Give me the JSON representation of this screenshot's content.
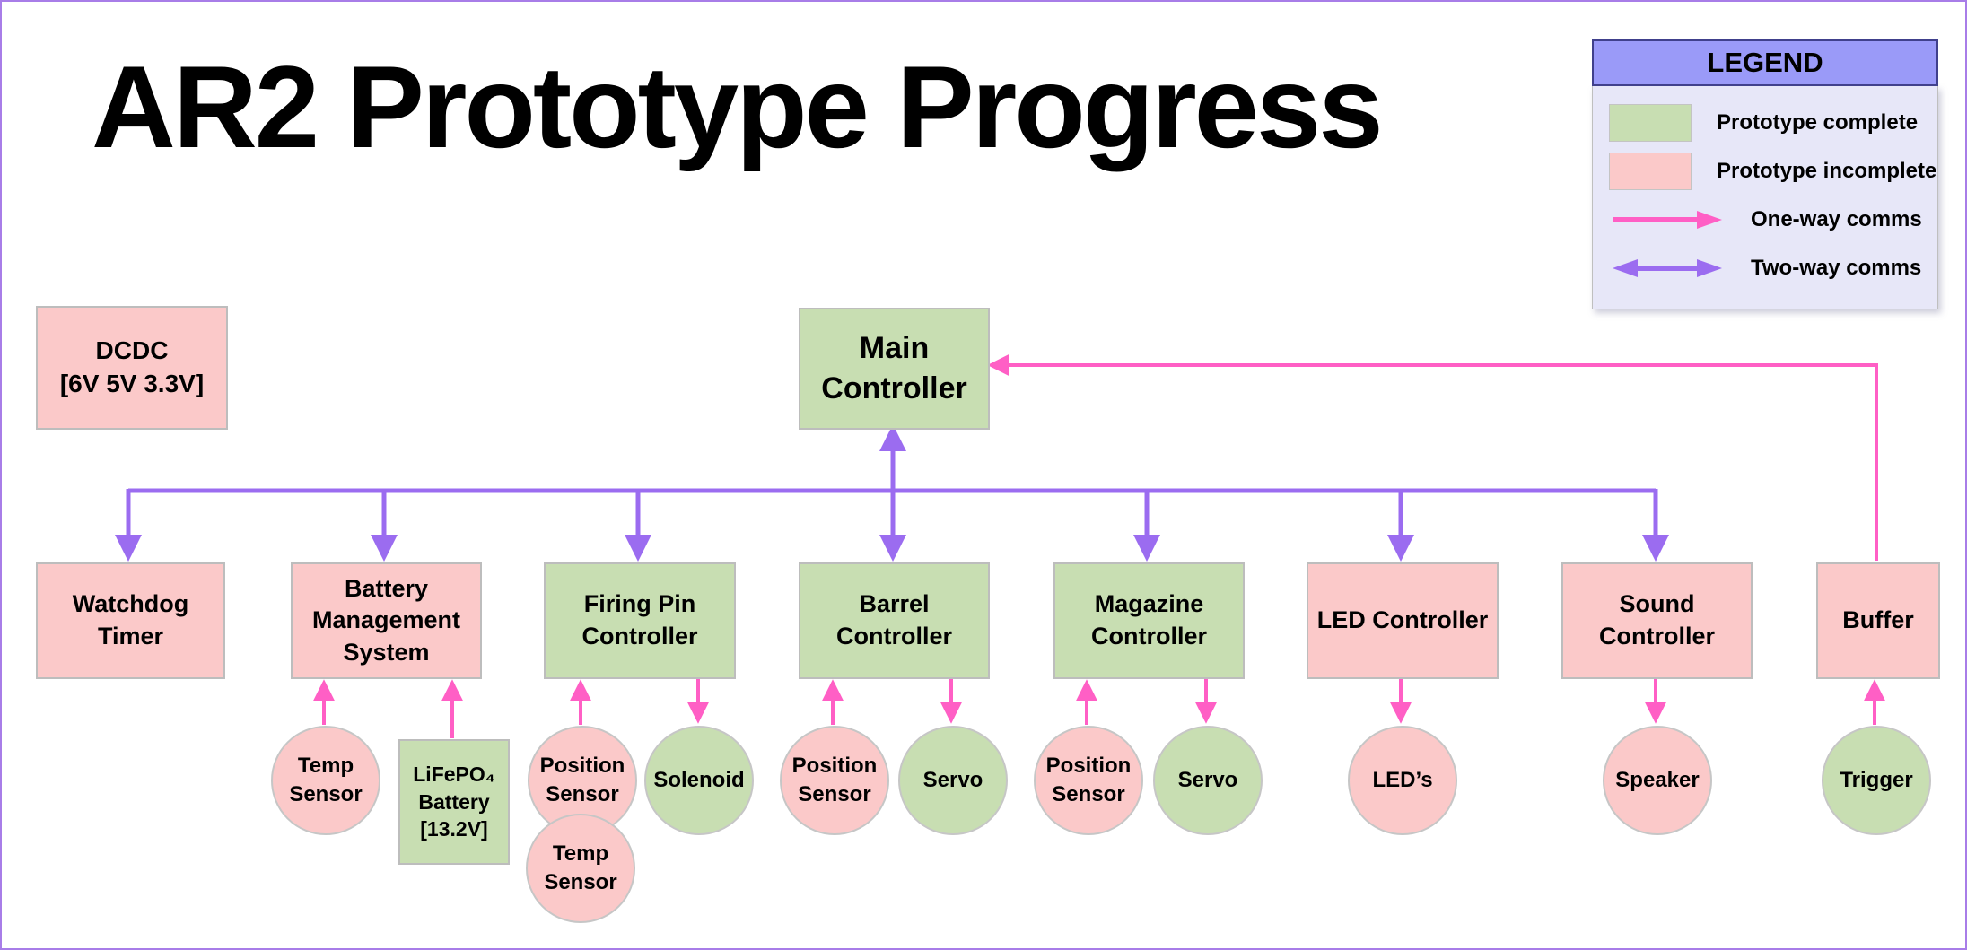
{
  "title": "AR2 Prototype Progress",
  "legend": {
    "title": "LEGEND",
    "items": [
      {
        "label": "Prototype complete",
        "swatch": "complete-swatch"
      },
      {
        "label": "Prototype incomplete",
        "swatch": "incomplete-swatch"
      },
      {
        "label": "One-way comms",
        "swatch": "one-way-arrow"
      },
      {
        "label": "Two-way comms",
        "swatch": "two-way-arrow"
      }
    ]
  },
  "colors": {
    "complete_fill": "#c8deb2",
    "incomplete_fill": "#fbc9c9",
    "one_way_arrow": "#ff5fc5",
    "two_way_arrow": "#9b6cf0",
    "legend_header_fill": "#9a9af8",
    "legend_body_fill": "#e7e7f8",
    "page_border": "#a87de8"
  },
  "nodes": {
    "dcdc": {
      "label": "DCDC\n[6V 5V 3.3V]",
      "status": "incomplete"
    },
    "main_controller": {
      "label": "Main\nController",
      "status": "complete"
    },
    "watchdog_timer": {
      "label": "Watchdog\nTimer",
      "status": "incomplete"
    },
    "battery_management_system": {
      "label": "Battery\nManagement\nSystem",
      "status": "incomplete"
    },
    "firing_pin_controller": {
      "label": "Firing Pin\nController",
      "status": "complete"
    },
    "barrel_controller": {
      "label": "Barrel\nController",
      "status": "complete"
    },
    "magazine_controller": {
      "label": "Magazine\nController",
      "status": "complete"
    },
    "led_controller": {
      "label": "LED Controller",
      "status": "incomplete"
    },
    "sound_controller": {
      "label": "Sound\nController",
      "status": "incomplete"
    },
    "buffer": {
      "label": "Buffer",
      "status": "incomplete"
    },
    "temp_sensor_bms": {
      "label": "Temp\nSensor",
      "status": "incomplete"
    },
    "lifepo4_battery": {
      "label": "LiFePO₄\nBattery\n[13.2V]",
      "status": "complete"
    },
    "position_sensor_firing": {
      "label": "Position\nSensor",
      "status": "incomplete"
    },
    "temp_sensor_firing": {
      "label": "Temp\nSensor",
      "status": "incomplete"
    },
    "solenoid": {
      "label": "Solenoid",
      "status": "complete"
    },
    "position_sensor_barrel": {
      "label": "Position\nSensor",
      "status": "incomplete"
    },
    "servo_barrel": {
      "label": "Servo",
      "status": "complete"
    },
    "position_sensor_magazine": {
      "label": "Position\nSensor",
      "status": "incomplete"
    },
    "servo_magazine": {
      "label": "Servo",
      "status": "complete"
    },
    "leds": {
      "label": "LED’s",
      "status": "incomplete"
    },
    "speaker": {
      "label": "Speaker",
      "status": "incomplete"
    },
    "trigger": {
      "label": "Trigger",
      "status": "complete"
    }
  },
  "links": [
    {
      "from": "main_controller",
      "to": "watchdog_timer",
      "type": "two-way"
    },
    {
      "from": "main_controller",
      "to": "battery_management_system",
      "type": "two-way"
    },
    {
      "from": "main_controller",
      "to": "firing_pin_controller",
      "type": "two-way"
    },
    {
      "from": "main_controller",
      "to": "barrel_controller",
      "type": "two-way"
    },
    {
      "from": "main_controller",
      "to": "magazine_controller",
      "type": "two-way"
    },
    {
      "from": "main_controller",
      "to": "led_controller",
      "type": "two-way"
    },
    {
      "from": "main_controller",
      "to": "sound_controller",
      "type": "two-way"
    },
    {
      "from": "buffer",
      "to": "main_controller",
      "type": "one-way"
    },
    {
      "from": "temp_sensor_bms",
      "to": "battery_management_system",
      "type": "one-way"
    },
    {
      "from": "lifepo4_battery",
      "to": "battery_management_system",
      "type": "one-way"
    },
    {
      "from": "position_sensor_firing",
      "to": "firing_pin_controller",
      "type": "one-way"
    },
    {
      "from": "firing_pin_controller",
      "to": "solenoid",
      "type": "one-way"
    },
    {
      "from": "position_sensor_barrel",
      "to": "barrel_controller",
      "type": "one-way"
    },
    {
      "from": "barrel_controller",
      "to": "servo_barrel",
      "type": "one-way"
    },
    {
      "from": "position_sensor_magazine",
      "to": "magazine_controller",
      "type": "one-way"
    },
    {
      "from": "magazine_controller",
      "to": "servo_magazine",
      "type": "one-way"
    },
    {
      "from": "led_controller",
      "to": "leds",
      "type": "one-way"
    },
    {
      "from": "sound_controller",
      "to": "speaker",
      "type": "one-way"
    },
    {
      "from": "trigger",
      "to": "buffer",
      "type": "one-way"
    }
  ]
}
